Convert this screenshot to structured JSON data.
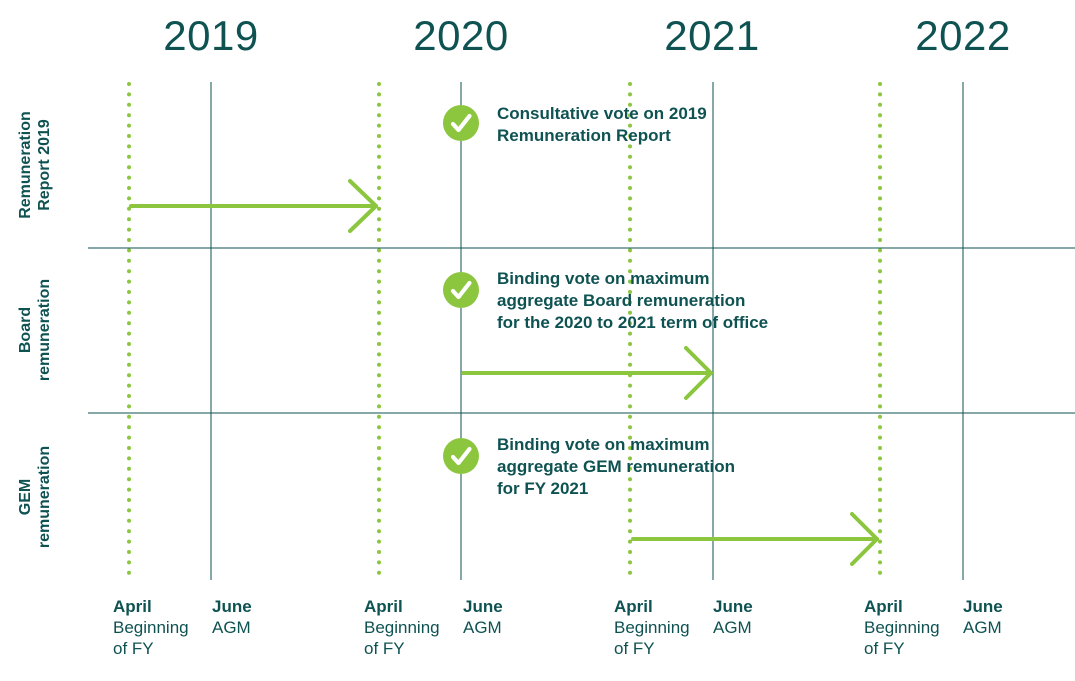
{
  "years": [
    "2019",
    "2020",
    "2021",
    "2022"
  ],
  "rows": [
    {
      "label_lines": [
        "Remuneration",
        "Report 2019"
      ],
      "event_lines": [
        "Consultative vote on 2019",
        "Remuneration Report"
      ]
    },
    {
      "label_lines": [
        "Board",
        "remuneration"
      ],
      "event_lines": [
        "Binding vote on maximum",
        "aggregate Board remuneration",
        "for the 2020 to 2021 term of office"
      ]
    },
    {
      "label_lines": [
        "GEM",
        "remuneration"
      ],
      "event_lines": [
        "Binding vote on maximum",
        "aggregate GEM remuneration",
        "for FY 2021"
      ]
    }
  ],
  "markers": {
    "april_title": "April",
    "april_lines": [
      "Beginning",
      "of FY"
    ],
    "june_title": "June",
    "june_lines": [
      "AGM"
    ]
  },
  "colors": {
    "teal": "#0f5252",
    "green": "#8cc63f",
    "white": "#ffffff"
  },
  "icons": {
    "event": "check-circle-icon"
  }
}
